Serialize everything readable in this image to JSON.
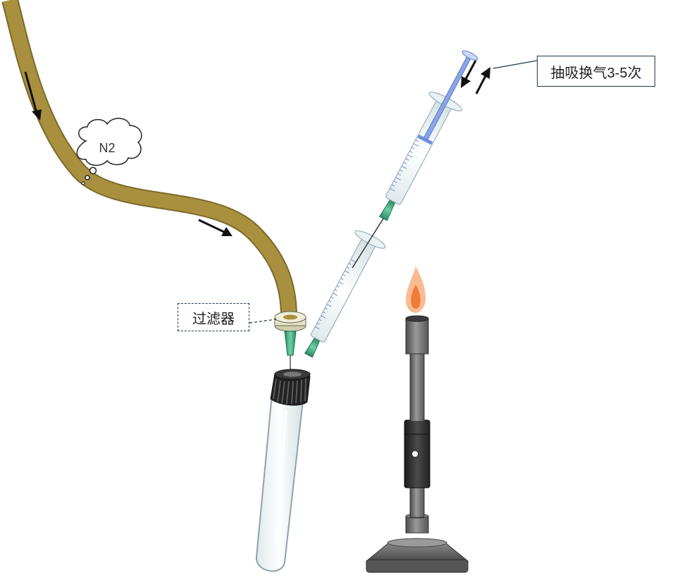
{
  "labels": {
    "gas": "N2",
    "filter": "过滤器",
    "pump_instruction": "抽吸换气3-5次"
  },
  "colors": {
    "tube": "#a8903f",
    "tube_edge": "#7c6a2a",
    "needle_hub": "#3ea67e",
    "syringe_plunger": "#7f9fe3",
    "syringe_barrel": "#e8f2f4",
    "burner_metal": "#6e6e6e",
    "flame_outer": "#f5a15a",
    "flame_inner": "#f07a3a",
    "cap": "#2a2a2a",
    "callout_border": "#1f3a4d"
  },
  "icons": {
    "flow_arrow": "arrow-icon",
    "bubble": "thought-bubble-icon",
    "flame": "flame-icon"
  }
}
